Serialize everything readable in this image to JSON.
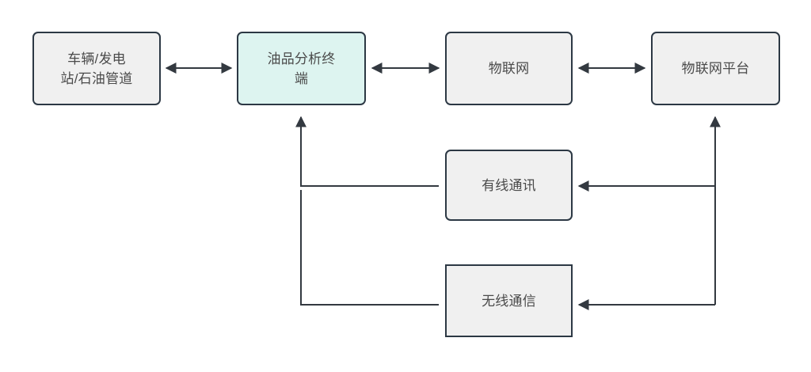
{
  "diagram": {
    "title": "",
    "background": "#ffffff",
    "theme": {
      "node_fill": "#f0f0f0",
      "node_highlight_fill": "#ddf4f0",
      "node_border": "#2c3844",
      "text_color": "#4a4a4a",
      "edge_color": "#333940"
    },
    "nodes": [
      {
        "id": "source",
        "label": "车辆/发电\n站/石油管道",
        "shape": "rounded-rect",
        "fill": "#f0f0f0"
      },
      {
        "id": "terminal",
        "label": "油品分析终\n端",
        "shape": "rounded-rect",
        "fill": "#ddf4f0"
      },
      {
        "id": "iot",
        "label": "物联网",
        "shape": "rounded-rect",
        "fill": "#f0f0f0"
      },
      {
        "id": "platform",
        "label": "物联网平台",
        "shape": "rounded-rect",
        "fill": "#f0f0f0"
      },
      {
        "id": "wired",
        "label": "有线通讯",
        "shape": "rounded-rect",
        "fill": "#f0f0f0"
      },
      {
        "id": "wireless",
        "label": "无线通信",
        "shape": "rect",
        "fill": "#f0f0f0"
      }
    ],
    "edges": [
      {
        "from": "source",
        "to": "terminal",
        "arrows": "both",
        "label": ""
      },
      {
        "from": "terminal",
        "to": "iot",
        "arrows": "both",
        "label": ""
      },
      {
        "from": "iot",
        "to": "platform",
        "arrows": "both",
        "label": ""
      },
      {
        "from": "wired",
        "to": "terminal",
        "arrows": "forward",
        "label": ""
      },
      {
        "from": "wireless",
        "to": "terminal",
        "arrows": "forward",
        "label": ""
      },
      {
        "from": "platform",
        "to": "wired",
        "arrows": "forward",
        "label": ""
      },
      {
        "from": "platform",
        "to": "wireless",
        "arrows": "forward",
        "label": ""
      }
    ]
  }
}
